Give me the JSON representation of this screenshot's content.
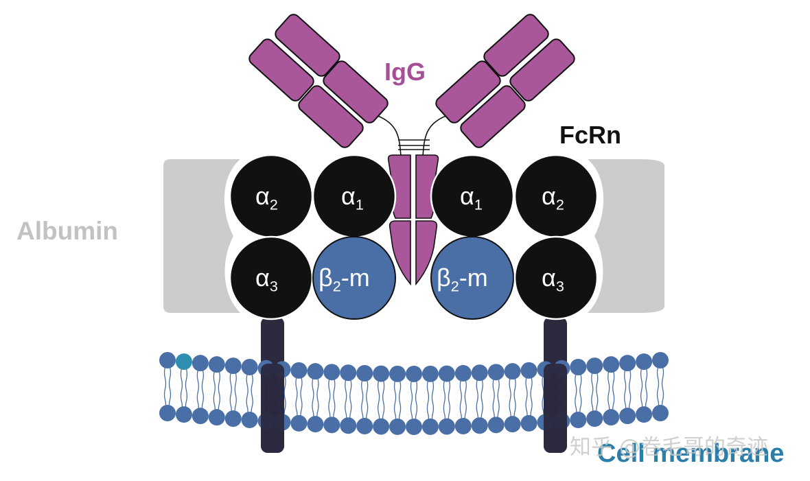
{
  "labels": {
    "igg": "IgG",
    "fcrn": "FcRn",
    "albumin": "Albumin",
    "membrane": "Cell membrane"
  },
  "domains": {
    "alpha_symbol": "α",
    "beta_symbol": "β",
    "beta_suffix": "-m",
    "sub_1": "1",
    "sub_2": "2",
    "sub_3": "3"
  },
  "watermark": "知乎 @卷毛哥的奇迹",
  "colors": {
    "igg": "#a9579a",
    "igg_text": "#a64f97",
    "fcrn_domain": "#111111",
    "beta2m": "#4a6fa6",
    "albumin": "#cccccc",
    "albumin_text": "#c2c2c2",
    "lipid_head": "#4a6fa6",
    "lipid_head_highlight": "#2e8fb0",
    "transmembrane": "#2b2a3f",
    "membrane_text": "#2b7ea8"
  }
}
